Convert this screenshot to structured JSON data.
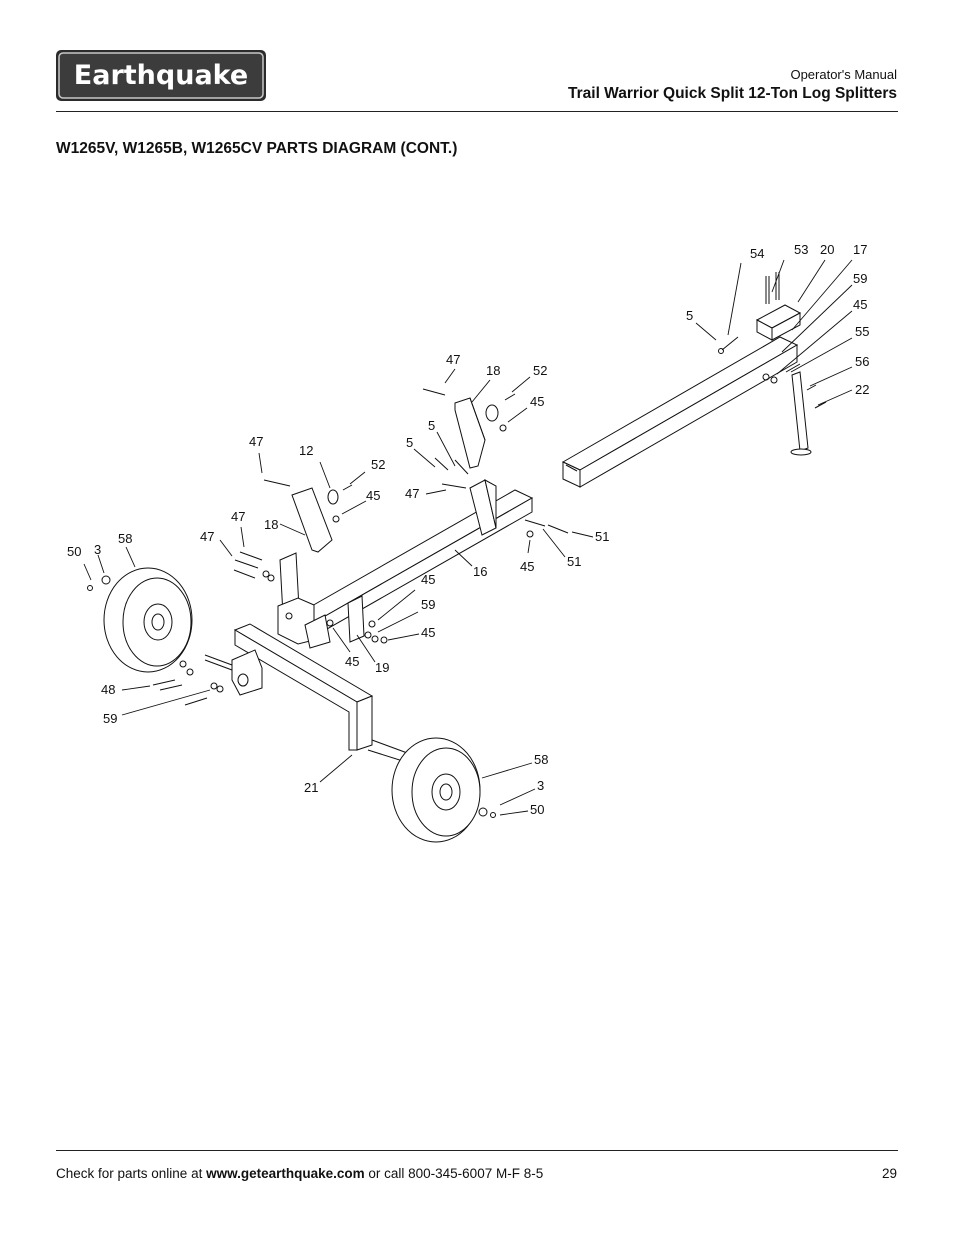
{
  "header": {
    "logo_text": "Earthquake",
    "manual_label": "Operator's Manual",
    "title": "Trail Warrior Quick Split 12-Ton Log Splitters"
  },
  "section_title": "W1265V, W1265B, W1265CV PARTS DIAGRAM (CONT.)",
  "callouts": [
    {
      "id": "c-54",
      "text": "54"
    },
    {
      "id": "c-53",
      "text": "53"
    },
    {
      "id": "c-20",
      "text": "20"
    },
    {
      "id": "c-17",
      "text": "17"
    },
    {
      "id": "c-59a",
      "text": "59"
    },
    {
      "id": "c-45a",
      "text": "45"
    },
    {
      "id": "c-5a",
      "text": "5"
    },
    {
      "id": "c-55",
      "text": "55"
    },
    {
      "id": "c-56",
      "text": "56"
    },
    {
      "id": "c-22",
      "text": "22"
    },
    {
      "id": "c-47a",
      "text": "47"
    },
    {
      "id": "c-18a",
      "text": "18"
    },
    {
      "id": "c-52a",
      "text": "52"
    },
    {
      "id": "c-45b",
      "text": "45"
    },
    {
      "id": "c-47b",
      "text": "47"
    },
    {
      "id": "c-12",
      "text": "12"
    },
    {
      "id": "c-52b",
      "text": "52"
    },
    {
      "id": "c-5b",
      "text": "5"
    },
    {
      "id": "c-5c",
      "text": "5"
    },
    {
      "id": "c-45c",
      "text": "45"
    },
    {
      "id": "c-47c",
      "text": "47"
    },
    {
      "id": "c-18b",
      "text": "18"
    },
    {
      "id": "c-47d",
      "text": "47"
    },
    {
      "id": "c-47e",
      "text": "47"
    },
    {
      "id": "c-51a",
      "text": "51"
    },
    {
      "id": "c-50a",
      "text": "50"
    },
    {
      "id": "c-3a",
      "text": "3"
    },
    {
      "id": "c-58a",
      "text": "58"
    },
    {
      "id": "c-16",
      "text": "16"
    },
    {
      "id": "c-45d",
      "text": "45"
    },
    {
      "id": "c-51b",
      "text": "51"
    },
    {
      "id": "c-45e",
      "text": "45"
    },
    {
      "id": "c-59b",
      "text": "59"
    },
    {
      "id": "c-45f",
      "text": "45"
    },
    {
      "id": "c-45g",
      "text": "45"
    },
    {
      "id": "c-19",
      "text": "19"
    },
    {
      "id": "c-48",
      "text": "48"
    },
    {
      "id": "c-59c",
      "text": "59"
    },
    {
      "id": "c-21",
      "text": "21"
    },
    {
      "id": "c-58b",
      "text": "58"
    },
    {
      "id": "c-3b",
      "text": "3"
    },
    {
      "id": "c-50b",
      "text": "50"
    }
  ],
  "footer": {
    "prefix": "Check for parts online at ",
    "url": "www.getearthquake.com",
    "suffix": " or call 800-345-6007 M-F 8-5",
    "page_number": "29"
  }
}
